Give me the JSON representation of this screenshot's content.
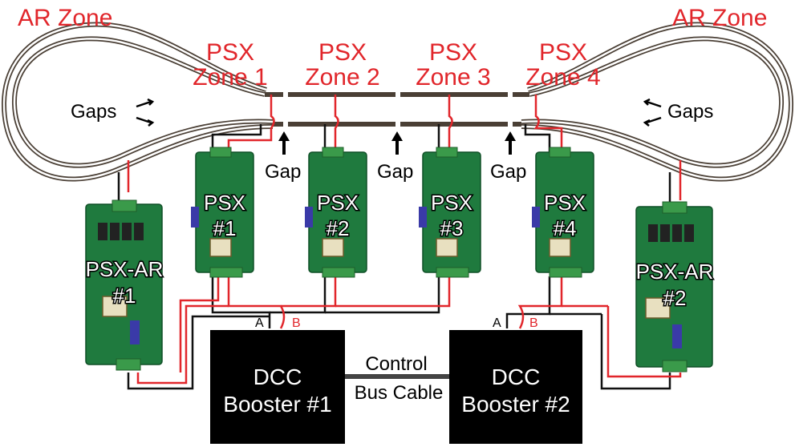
{
  "labels": {
    "ar_zone_left": "AR Zone",
    "ar_zone_right": "AR Zone",
    "psx_zone_1_line1": "PSX",
    "psx_zone_1_line2": "Zone 1",
    "psx_zone_2_line1": "PSX",
    "psx_zone_2_line2": "Zone 2",
    "psx_zone_3_line1": "PSX",
    "psx_zone_3_line2": "Zone 3",
    "psx_zone_4_line1": "PSX",
    "psx_zone_4_line2": "Zone 4",
    "gaps_left": "Gaps",
    "gaps_right": "Gaps",
    "gap_1": "Gap",
    "gap_2": "Gap",
    "gap_3": "Gap"
  },
  "boards": {
    "psx_ar_1_line1": "PSX-AR",
    "psx_ar_1_line2": "#1",
    "psx_1_line1": "PSX",
    "psx_1_line2": "#1",
    "psx_2_line1": "PSX",
    "psx_2_line2": "#2",
    "psx_3_line1": "PSX",
    "psx_3_line2": "#3",
    "psx_4_line1": "PSX",
    "psx_4_line2": "#4",
    "psx_ar_2_line1": "PSX-AR",
    "psx_ar_2_line2": "#2"
  },
  "boosters": {
    "booster_1_line1": "DCC",
    "booster_1_line2": "Booster #1",
    "booster_2_line1": "DCC",
    "booster_2_line2": "Booster #2",
    "terminal_a_1": "A",
    "terminal_b_1": "B",
    "terminal_a_2": "A",
    "terminal_b_2": "B"
  },
  "cable": {
    "line1": "Control",
    "line2": "Bus Cable"
  },
  "colors": {
    "label_red": "#e1262b",
    "track": "#4a3f35",
    "pcb_green": "#1f7a3e",
    "booster_black": "#000000"
  }
}
